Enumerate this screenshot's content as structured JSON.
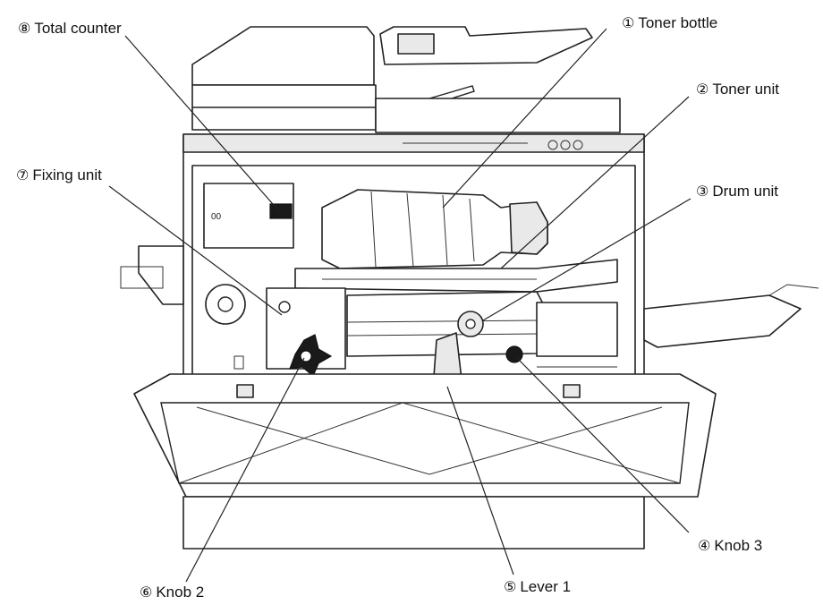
{
  "callouts": [
    {
      "num": "①",
      "text": "Toner bottle"
    },
    {
      "num": "②",
      "text": "Toner unit"
    },
    {
      "num": "③",
      "text": "Drum unit"
    },
    {
      "num": "④",
      "text": "Knob 3"
    },
    {
      "num": "⑤",
      "text": "Lever 1"
    },
    {
      "num": "⑥",
      "text": "Knob 2"
    },
    {
      "num": "⑦",
      "text": "Fixing unit"
    },
    {
      "num": "⑧",
      "text": "Total counter"
    }
  ]
}
